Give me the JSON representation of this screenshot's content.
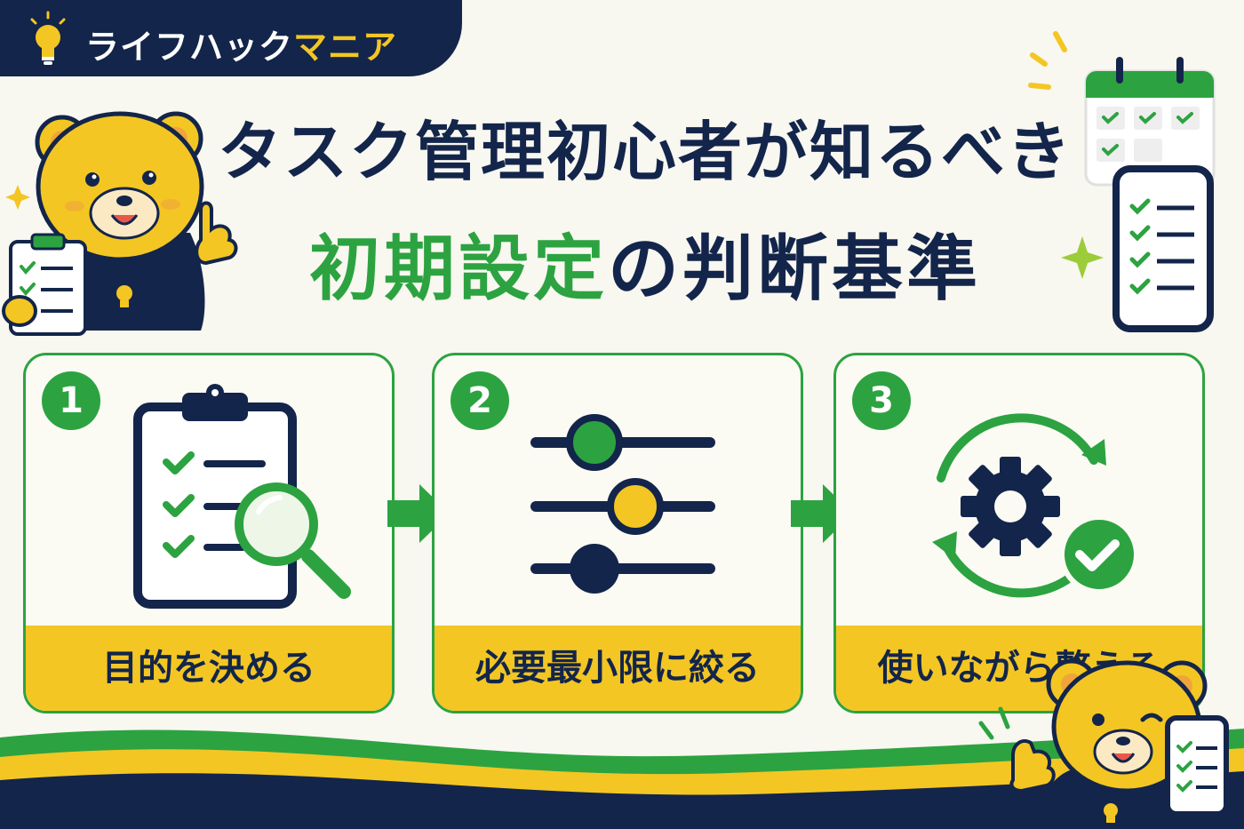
{
  "brand": {
    "name_main": "ライフハック",
    "name_accent": "マニア"
  },
  "title": {
    "line1": "タスク管理初心者が知るべき",
    "line2_accent": "初期設定",
    "line2_rest": "の判断基準"
  },
  "steps": [
    {
      "number": "1",
      "label": "目的を決める"
    },
    {
      "number": "2",
      "label": "必要最小限に絞る"
    },
    {
      "number": "3",
      "label": "使いながら整える"
    }
  ],
  "colors": {
    "navy": "#13254a",
    "green": "#2ca340",
    "yellow": "#f3c623",
    "background": "#f8f7f0"
  }
}
